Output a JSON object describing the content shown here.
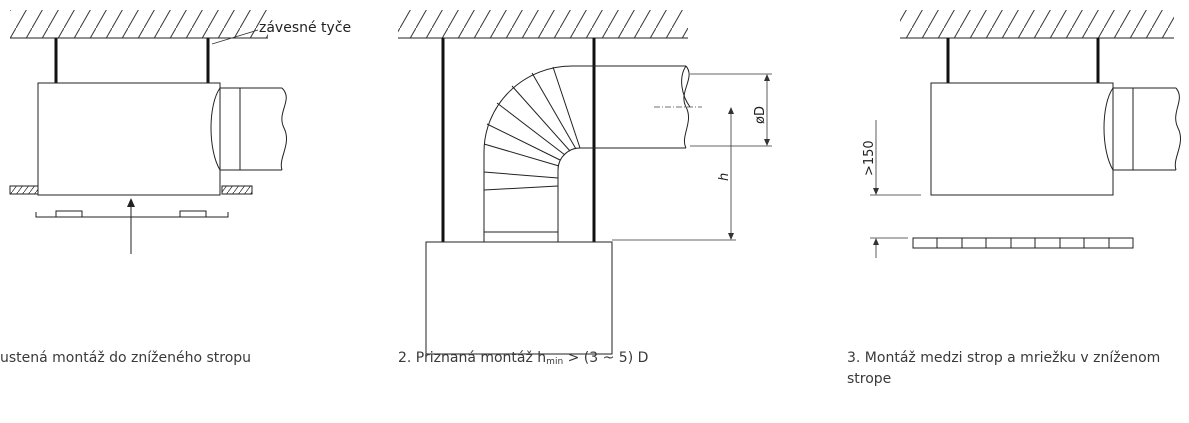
{
  "labels": {
    "hanging_rods": "závesné tyče",
    "diameter": "øD",
    "height": "h",
    "min_gap": ">150"
  },
  "captions": {
    "c1": "ustená montáž do zníženého stropu",
    "c2_prefix": "2.  Priznaná montáž h",
    "c2_sub": "min",
    "c2_suffix": " > (3 ~ 5) D",
    "c3_line1": "3. Montáž medzi strop a mriežku v zníženom",
    "c3_line2": "strope"
  }
}
